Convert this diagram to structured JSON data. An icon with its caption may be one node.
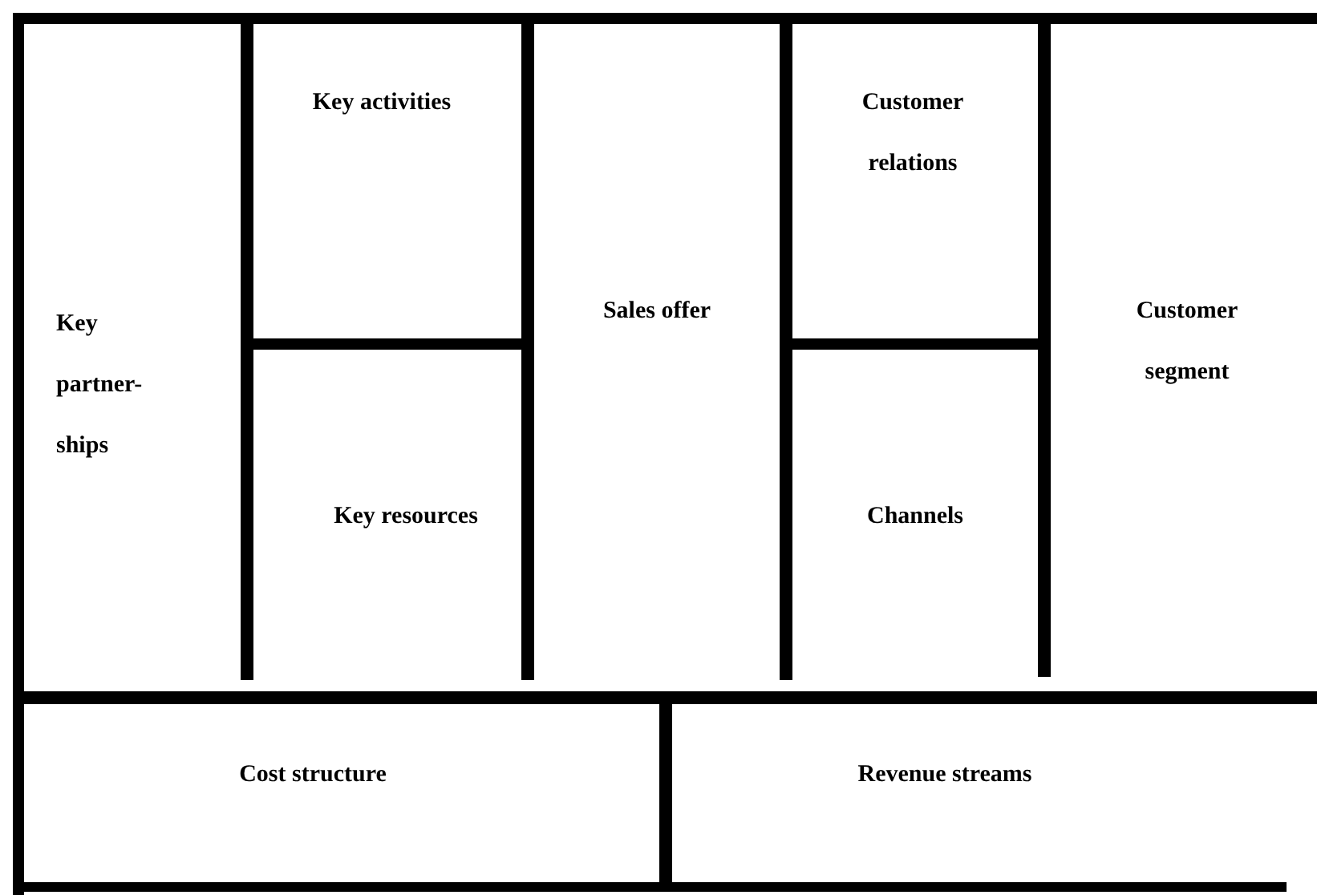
{
  "diagram": {
    "nodes": [
      {
        "text": [
          "Key partner-ships"
        ]
      },
      {
        "text": [
          "Key activities"
        ]
      },
      {
        "text": [
          "Key resources"
        ]
      },
      {
        "text": [
          "Sales offer"
        ]
      },
      {
        "text": [
          "Customer relations"
        ]
      },
      {
        "text": [
          "Channels"
        ]
      },
      {
        "text": [
          "Customer segment"
        ]
      },
      {
        "text": [
          "Cost structure"
        ]
      },
      {
        "text": [
          "Revenue streams"
        ]
      }
    ],
    "edges": []
  }
}
